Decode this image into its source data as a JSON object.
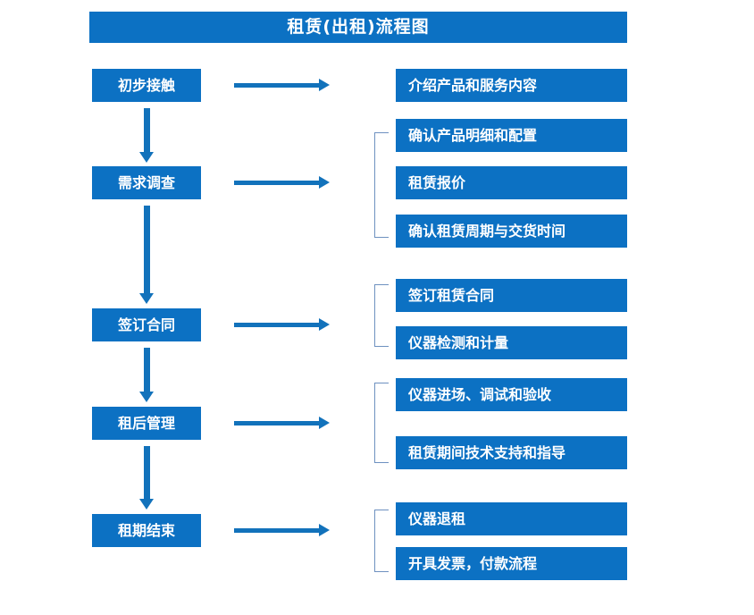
{
  "diagram": {
    "title": "租赁(出租)流程图",
    "accent_color": "#0C71C3",
    "arrow_color": "#1272BB",
    "bracket_color": "#6E91C0",
    "text_color": "#FFFFFF",
    "background_color": "#FFFFFF"
  },
  "stages": [
    {
      "label": "初步接触"
    },
    {
      "label": "需求调查"
    },
    {
      "label": "签订合同"
    },
    {
      "label": "租后管理"
    },
    {
      "label": "租期结束"
    }
  ],
  "details": [
    {
      "label": "介绍产品和服务内容"
    },
    {
      "label": "确认产品明细和配置"
    },
    {
      "label": "租赁报价"
    },
    {
      "label": "确认租赁周期与交货时间"
    },
    {
      "label": "签订租赁合同"
    },
    {
      "label": "仪器检测和计量"
    },
    {
      "label": "仪器进场、调试和验收"
    },
    {
      "label": "租赁期间技术支持和指导"
    },
    {
      "label": "仪器退租"
    },
    {
      "label": "开具发票，付款流程"
    }
  ]
}
